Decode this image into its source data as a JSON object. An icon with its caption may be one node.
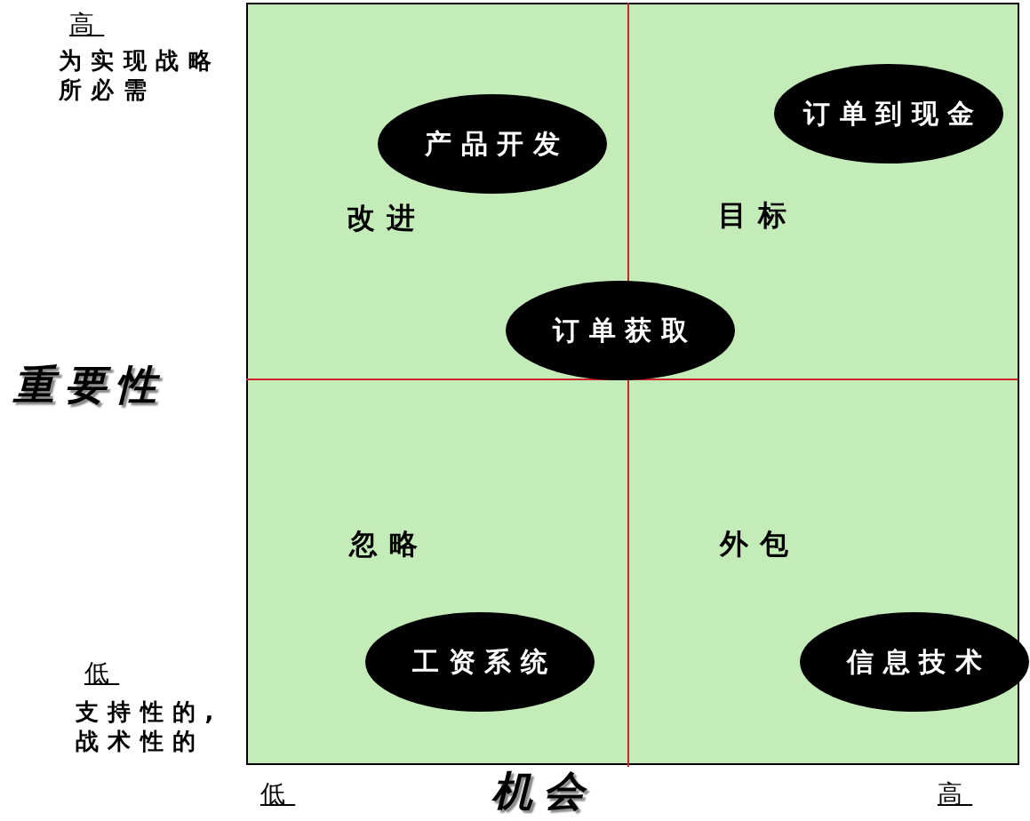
{
  "diagram": {
    "nodes": [
      {
        "text": [
          "产品开发"
        ]
      },
      {
        "text": [
          "订单到现金"
        ]
      },
      {
        "text": [
          "订单获取"
        ]
      },
      {
        "text": [
          "工资系统"
        ]
      },
      {
        "text": [
          "信息技术"
        ]
      }
    ],
    "labels": [
      "高",
      "为实现战略所必需",
      "改进",
      "目标",
      "重要性",
      "忽略",
      "外包",
      "低",
      "支持性的,战术性的",
      "低",
      "机会",
      "高"
    ]
  }
}
